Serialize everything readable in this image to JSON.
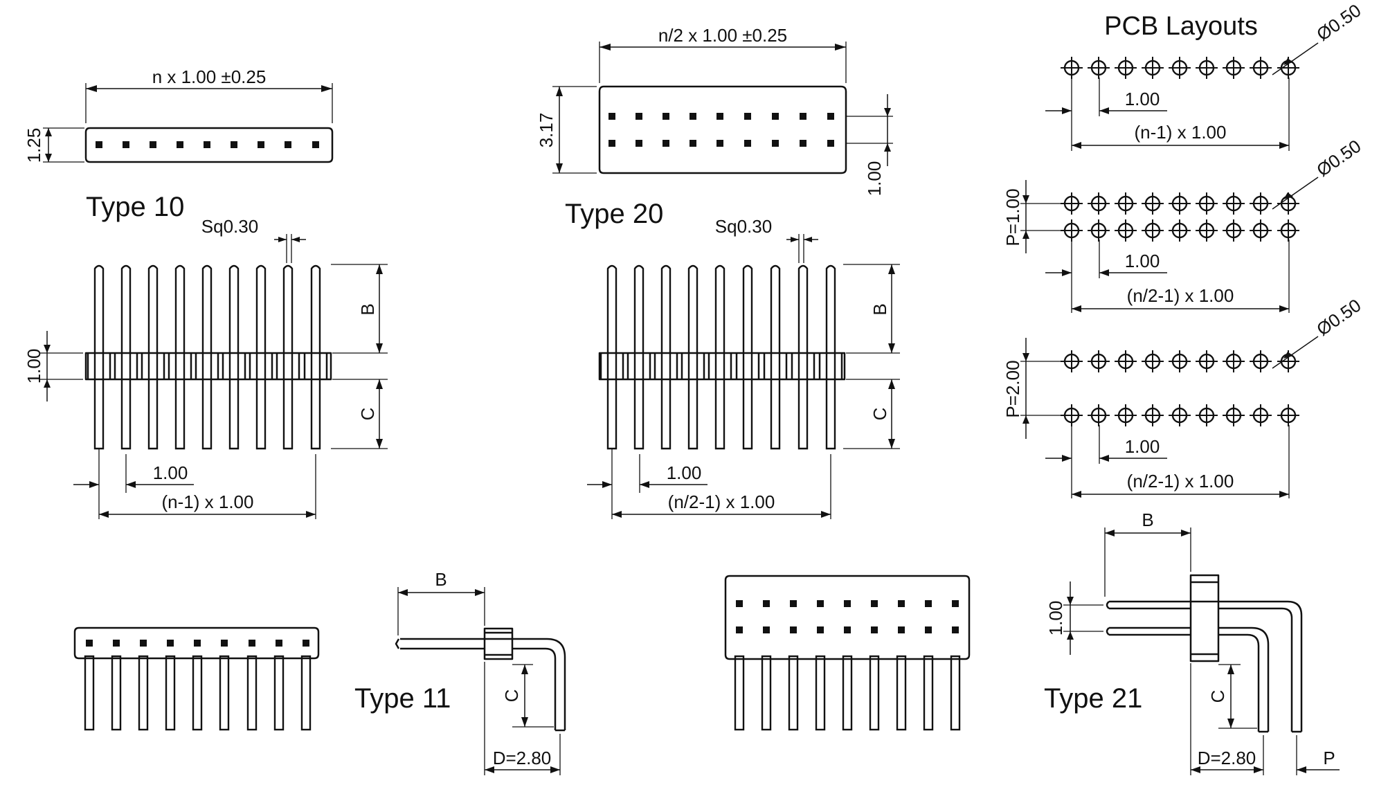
{
  "figure_titles": {
    "type10": "Type 10",
    "type20": "Type 20",
    "type11": "Type 11",
    "type21": "Type 21",
    "pcb": "PCB Layouts"
  },
  "dimensions": {
    "type10_length": "n x 1.00 ±0.25",
    "type10_height": "1.25",
    "type20_length": "n/2 x 1.00 ±0.25",
    "type20_height": "3.17",
    "type20_row_pitch": "1.00",
    "pin_square_10": "Sq0.30",
    "pin_square_20": "Sq0.30",
    "pin_length_b_10": "B",
    "pin_length_c_10": "C",
    "pin_length_b_20": "B",
    "pin_length_c_20": "C",
    "body_height_10": "1.00",
    "pitch_10": "1.00",
    "span_10": "(n-1) x 1.00",
    "pitch_20": "1.00",
    "span_20": "(n/2-1) x 1.00",
    "type11_b": "B",
    "type11_c": "C",
    "type11_d": "D=2.80",
    "type21_b": "B",
    "type21_c": "C",
    "type21_d": "D=2.80",
    "type21_p": "P",
    "type21_pitch": "1.00"
  },
  "pcb_layouts": [
    {
      "hole": "Ø0.50",
      "pitch": "1.00",
      "span": "(n-1) x 1.00",
      "rows": 1,
      "row_pitch": ""
    },
    {
      "hole": "Ø0.50",
      "pitch": "1.00",
      "span": "(n/2-1) x 1.00",
      "rows": 2,
      "row_pitch": "P=1.00"
    },
    {
      "hole": "Ø0.50",
      "pitch": "1.00",
      "span": "(n/2-1) x 1.00",
      "rows": 2,
      "row_pitch": "P=2.00"
    }
  ]
}
